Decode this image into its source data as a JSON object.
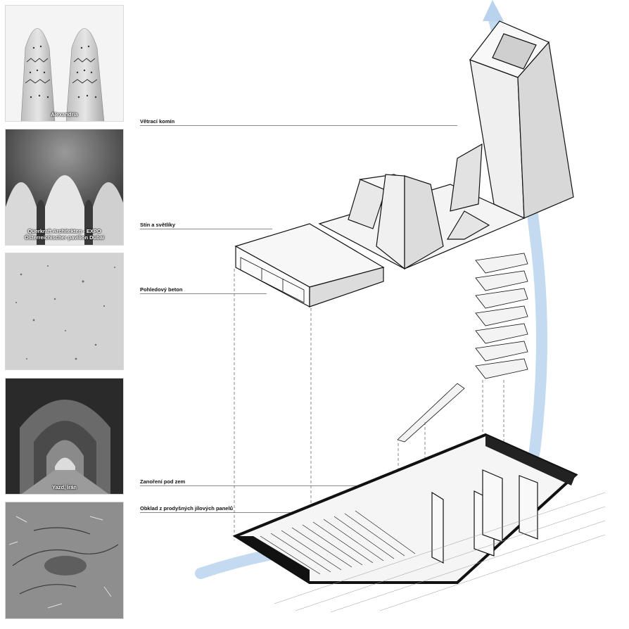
{
  "photos": [
    {
      "id": "alexandria",
      "caption": "Alexandria"
    },
    {
      "id": "querkraft",
      "caption_line1": "Querkraft Architekten - EXPO",
      "caption_line2": "Österreichischer pavilion Dubai"
    },
    {
      "id": "concrete",
      "caption": ""
    },
    {
      "id": "yazd",
      "caption": "Yazd, Írán"
    },
    {
      "id": "clay",
      "caption": ""
    }
  ],
  "labels": {
    "chimney": "Větrací komín",
    "shade": "Stín a světlíky",
    "concrete": "Pohledový beton",
    "underground": "Zanoření pod zem",
    "cladding": "Obklad z prodyšných jílových panelů"
  },
  "colors": {
    "airflow": "#b9d3ee",
    "outline": "#111111",
    "wall_light": "#f2f2f2",
    "wall_dark": "#cfcfcf"
  }
}
